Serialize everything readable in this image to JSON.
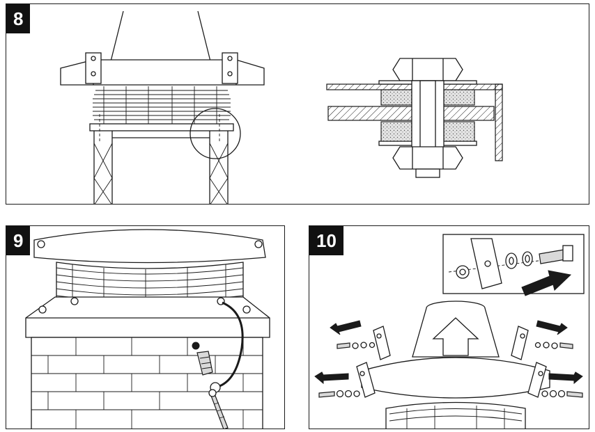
{
  "steps": [
    {
      "number": "8"
    },
    {
      "number": "9"
    },
    {
      "number": "10"
    }
  ]
}
